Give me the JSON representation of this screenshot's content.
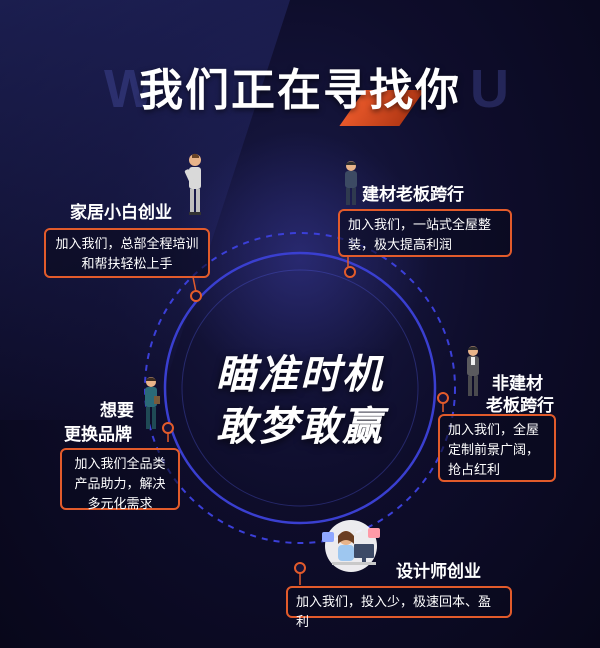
{
  "title": "我们正在寻找你",
  "slogan": {
    "line1": "瞄准时机",
    "line2": "敢梦敢赢"
  },
  "colors": {
    "accent": "#e25b2b",
    "background": "#0b0a22",
    "ring": "#3b3fd8"
  },
  "cards": [
    {
      "id": "home",
      "title": "家居小白创业",
      "desc": "加入我们，总部全程培训和帮扶轻松上手",
      "icon": "business-man-icon"
    },
    {
      "id": "building",
      "title": "建材老板跨行",
      "desc": "加入我们，一站式全屋整装，极大提高利润",
      "icon": "business-man-icon"
    },
    {
      "id": "non-building",
      "title_line1": "非建材",
      "title_line2": "老板跨行",
      "desc": "加入我们，全屋定制前景广阔，抢占红利",
      "icon": "business-man-icon"
    },
    {
      "id": "brand",
      "title_line1": "想要",
      "title_line2": "更换品牌",
      "desc": "加入我们全品类产品助力，解决多元化需求",
      "icon": "business-man-icon"
    },
    {
      "id": "designer",
      "title": "设计师创业",
      "desc": "加入我们，投入少，极速回本、盈利",
      "icon": "designer-icon"
    }
  ]
}
